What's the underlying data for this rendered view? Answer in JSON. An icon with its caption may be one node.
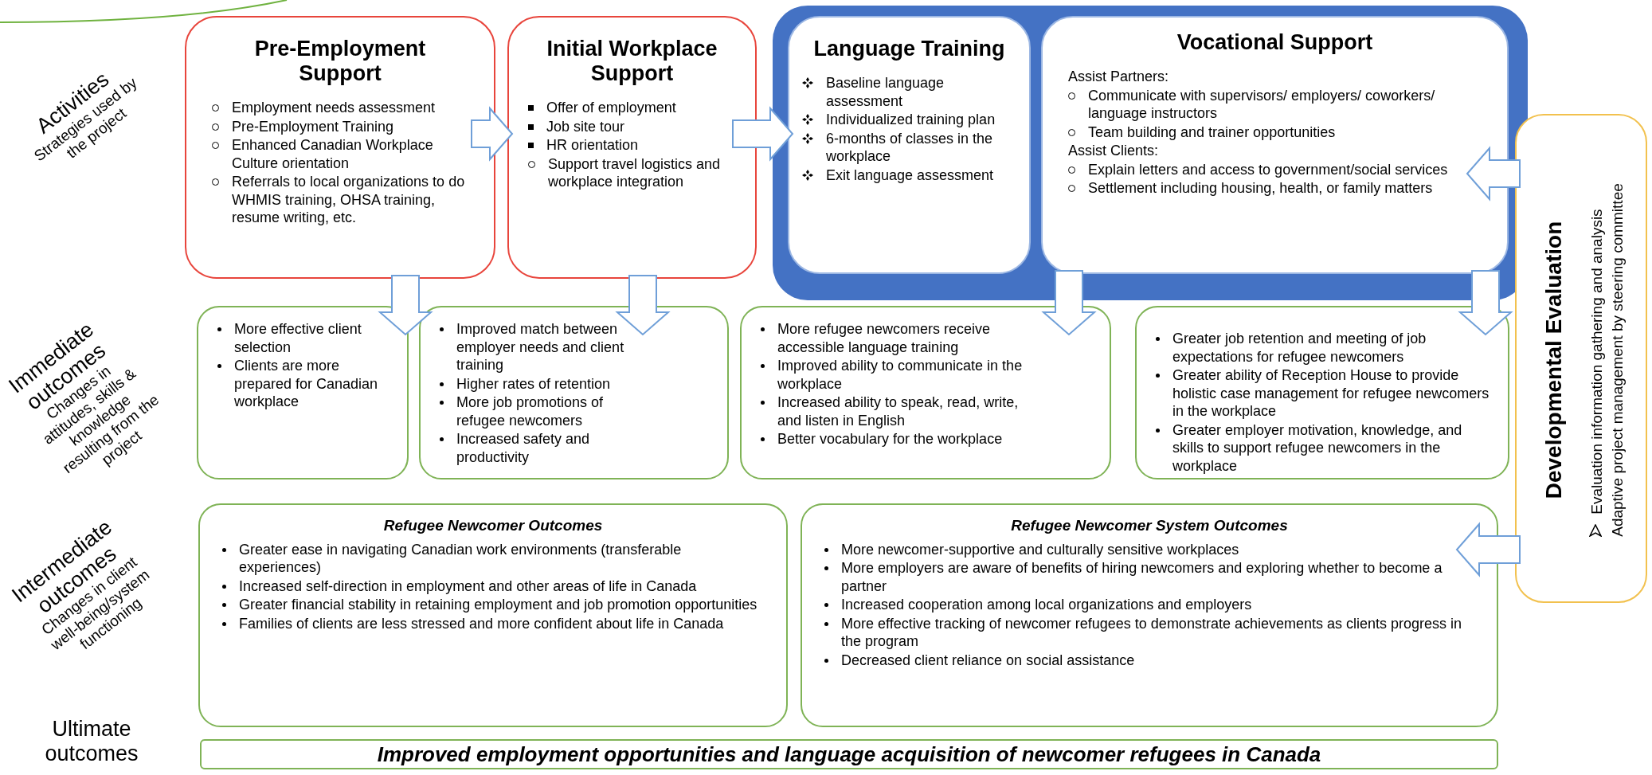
{
  "diagram": {
    "nodes": [
      {
        "text": [
          "Pre-Employment Support",
          "Employment needs assessment",
          "Pre-Employment Training",
          "Enhanced Canadian Workplace Culture orientation",
          "Referrals to local organizations to do WHMIS training, OHSA training, resume writing, etc."
        ]
      },
      {
        "text": [
          "Initial Workplace Support",
          "Offer of employment",
          "Job site tour",
          "HR orientation",
          "Support travel logistics and workplace integration"
        ]
      },
      {
        "text": [],
        "shape": "box"
      },
      {
        "text": [
          "Language Training",
          "Baseline language assessment",
          "Individualized training plan",
          "6-months of classes in the workplace",
          "Exit language assessment"
        ],
        "in": 2
      },
      {
        "text": [
          "Vocational Support",
          "Assist Partners:",
          "Communicate with supervisors/ employers/ coworkers/ language instructors",
          "Team building and trainer opportunities",
          "Assist Clients:",
          "Explain letters and access to government/social services",
          "Settlement including housing, health, or family matters"
        ],
        "in": 2
      },
      {
        "text": [
          "More effective client selection",
          "Clients are more prepared for Canadian workplace"
        ]
      },
      {
        "text": [
          "Improved match between employer needs and client training",
          "Higher rates of retention",
          "More job promotions of refugee newcomers",
          "Increased safety and productivity"
        ]
      },
      {
        "text": [
          "More refugee newcomers receive accessible language training",
          "Improved ability to communicate in the workplace",
          "Increased ability to speak, read, write, and listen in English",
          "Better vocabulary for the workplace"
        ]
      },
      {
        "text": [
          "Greater job retention and meeting of job expectations for refugee newcomers",
          "Greater ability of Reception House to provide holistic case management for refugee newcomers in the workplace",
          "Greater employer motivation, knowledge, and skills to support refugee newcomers in the workplace"
        ]
      },
      {
        "text": [
          "Refugee Newcomer Outcomes",
          "Greater ease in navigating Canadian work environments (transferable experiences)",
          "Increased self-direction in employment and other areas of life in Canada",
          "Greater financial stability in retaining employment and job promotion opportunities",
          "Families of clients are less stressed and more confident about life in Canada"
        ]
      },
      {
        "text": [
          "Refugee Newcomer System Outcomes",
          "More newcomer-supportive and culturally sensitive workplaces",
          "More employers are aware of benefits of hiring newcomers and exploring whether to become a partner",
          "Increased cooperation among local organizations and employers",
          "More effective tracking of newcomer refugees to demonstrate achievements as clients progress in the program",
          "Decreased client reliance on social assistance"
        ]
      },
      {
        "text": [
          "Developmental Evaluation",
          "Evaluation information gathering and analysis",
          "Adaptive project management by steering committee"
        ]
      },
      {
        "text": [
          "Improved employment opportunities and language acquisition of newcomer refugees in Canada"
        ]
      }
    ],
    "edges": [
      {
        "from": 0,
        "to": 1,
        "arrow": "to"
      },
      {
        "from": 1,
        "to": 3,
        "arrow": "to"
      },
      {
        "from": 0,
        "to": 5,
        "arrow": "to"
      },
      {
        "from": 1,
        "to": 6,
        "arrow": "to"
      },
      {
        "from": 4,
        "to": 7,
        "arrow": "to"
      },
      {
        "from": 4,
        "to": 8,
        "arrow": "to"
      },
      {
        "from": 11,
        "to": 4,
        "arrow": "to"
      },
      {
        "from": 11,
        "to": 10,
        "arrow": "to"
      }
    ],
    "labels": [
      "Activities",
      "Strategies used by the project",
      "Immediate outcomes",
      "Changes in attitudes, skills & knowledge resulting from the project",
      "Intermediate outcomes",
      "Changes in client well-being/system functioning",
      "Ultimate outcomes"
    ]
  }
}
